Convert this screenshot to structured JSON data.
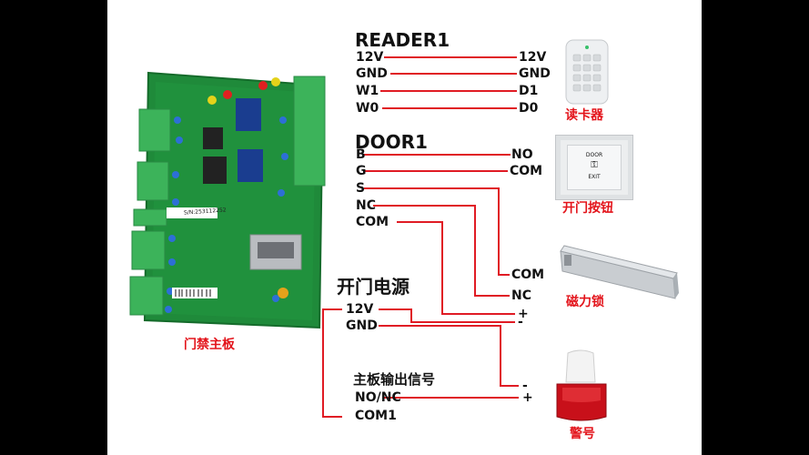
{
  "reader": {
    "title": "READER1",
    "left_pins": [
      "12V",
      "GND",
      "W1",
      "W0"
    ],
    "right_pins": [
      "12V",
      "GND",
      "D1",
      "D0"
    ],
    "device_caption": "读卡器"
  },
  "door": {
    "title": "DOOR1",
    "left_pins": [
      "B",
      "G",
      "S",
      "NC",
      "COM"
    ],
    "button_pins": [
      "NO",
      "COM"
    ],
    "button_caption": "开门按钮",
    "button_face": [
      "DOOR",
      "EXIT"
    ],
    "lock_pins": [
      "COM",
      "NC"
    ],
    "lock_caption": "磁力锁"
  },
  "power": {
    "title": "开门电源",
    "left_pins": [
      "12V",
      "GND"
    ],
    "lock_signs": [
      "+",
      "-"
    ]
  },
  "output": {
    "title": "主板输出信号",
    "left_pins": [
      "NO/NC",
      "COM1"
    ],
    "alarm_signs": [
      "-",
      "+"
    ],
    "alarm_caption": "警号"
  },
  "board": {
    "caption": "门禁主板",
    "serial": "S/N:253112252"
  },
  "colors": {
    "wire": "#e01b24",
    "pcb": "#1f8a3a",
    "terminal": "#3cb35a",
    "caption": "#e3141b"
  }
}
